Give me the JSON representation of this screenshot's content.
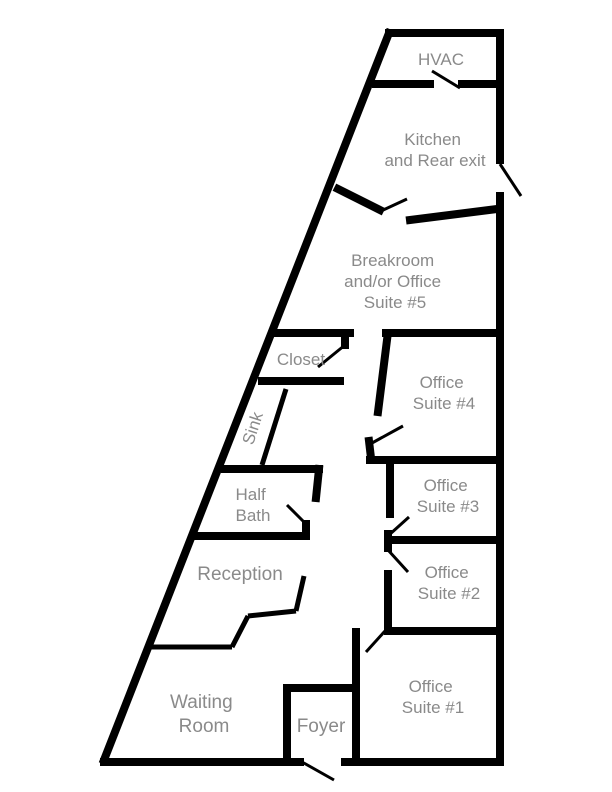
{
  "rooms": {
    "hvac": "HVAC",
    "kitchen": [
      "Kitchen",
      "and Rear exit"
    ],
    "breakroom": [
      "Breakroom",
      "and/or Office",
      "Suite #5"
    ],
    "closet": "Closet",
    "sink": "Sink",
    "half_bath": [
      "Half",
      "Bath"
    ],
    "suite4": [
      "Office",
      "Suite #4"
    ],
    "suite3": [
      "Office",
      "Suite #3"
    ],
    "suite2": [
      "Office",
      "Suite #2"
    ],
    "suite1": [
      "Office",
      "Suite #1"
    ],
    "reception": "Reception",
    "waiting": [
      "Waiting",
      "Room"
    ],
    "foyer": "Foyer"
  }
}
